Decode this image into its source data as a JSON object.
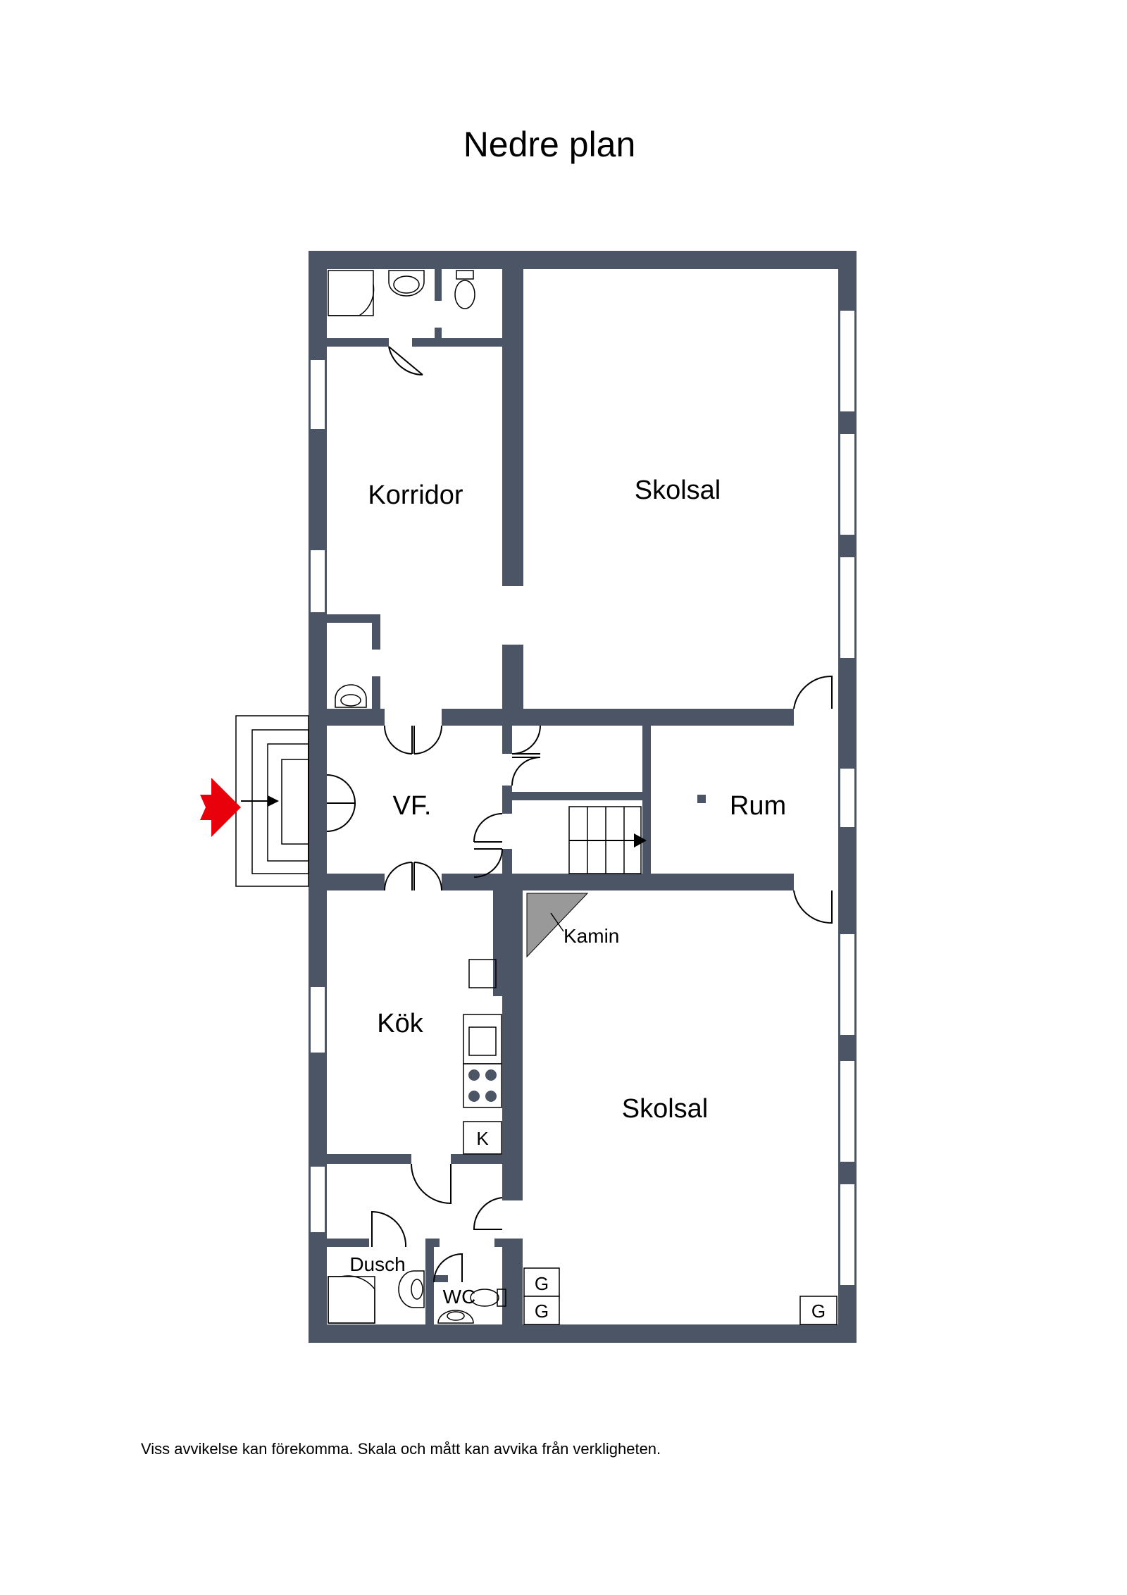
{
  "title": "Nedre plan",
  "rooms": {
    "korridor": "Korridor",
    "skolsal_upper": "Skolsal",
    "vf": "VF.",
    "rum": "Rum",
    "kamin": "Kamin",
    "kok": "Kök",
    "skolsal_lower": "Skolsal",
    "dusch": "Dusch",
    "wc": "WC"
  },
  "appliances": {
    "k": "K",
    "g1": "G",
    "g2": "G",
    "g3": "G"
  },
  "disclaimer": "Viss avvikelse kan förekomma. Skala och mått kan avvika från verkligheten.",
  "colors": {
    "wall": "#4b5566",
    "entrance_arrow": "#e8000b",
    "fireplace": "#999999"
  },
  "icons": [
    "entrance-arrow-icon",
    "stairs-arrow-icon",
    "toilet-icon",
    "sink-icon",
    "shower-icon",
    "stove-icon"
  ]
}
